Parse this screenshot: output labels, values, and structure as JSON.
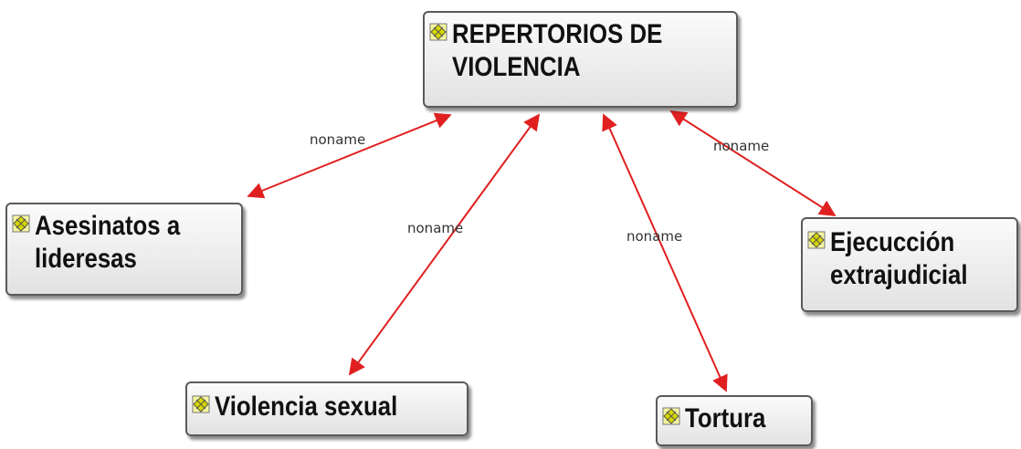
{
  "colors": {
    "edge": "#e02020",
    "border": "#5a5a5a",
    "icon": "#d8d800"
  },
  "icon": "concept-node-icon",
  "central": {
    "title": "REPERTORIOS DE VIOLENCIA"
  },
  "nodes": {
    "asesinatos": {
      "title": "Asesinatos a lideresas"
    },
    "sexual": {
      "title": "Violencia sexual"
    },
    "tortura": {
      "title": "Tortura"
    },
    "ejecucion": {
      "title": "Ejecucción extrajudicial"
    }
  },
  "edges": {
    "asesinatos": {
      "label": "noname"
    },
    "sexual": {
      "label": "noname"
    },
    "tortura": {
      "label": "noname"
    },
    "ejecucion": {
      "label": "noname"
    }
  }
}
